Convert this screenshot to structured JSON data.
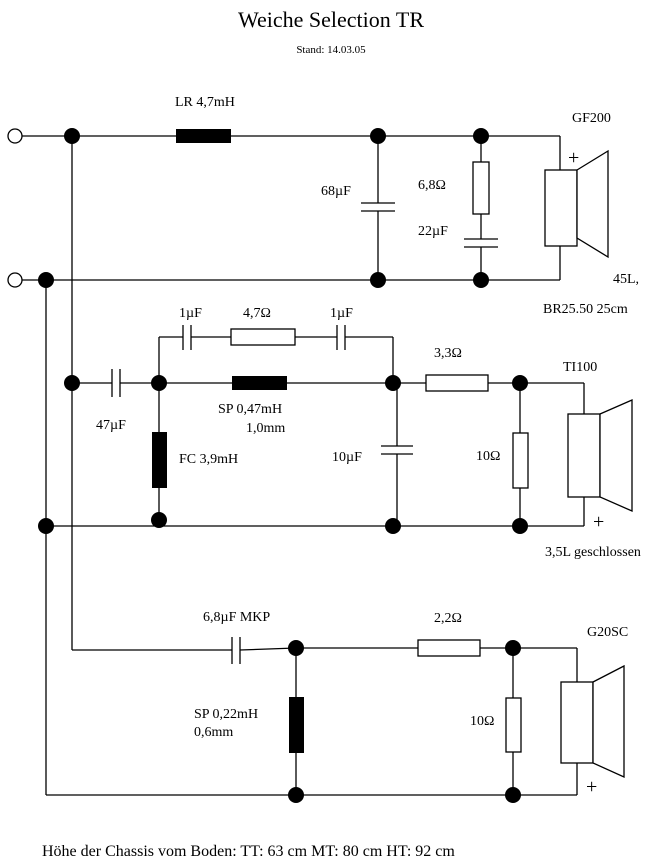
{
  "header": {
    "title": "Weiche Selection TR",
    "date": "Stand: 14.03.05"
  },
  "woofer": {
    "name": "GF200",
    "box_volume": "45L,",
    "port": "BR25.50 25cm",
    "series_inductor": "LR 4,7mH",
    "shunt_cap": "68µF",
    "rc_resistor": "6,8Ω",
    "rc_cap": "22µF"
  },
  "mid": {
    "name": "TI100",
    "box": "3,5L geschlossen",
    "input_cap": "47µF",
    "notch_cap_1": "1µF",
    "notch_res": "4,7Ω",
    "notch_cap_2": "1µF",
    "series_inductor": "SP 0,47mH",
    "series_inductor_wire": "1,0mm",
    "shunt_inductor": "FC 3,9mH",
    "shunt_cap": "10µF",
    "series_res": "3,3Ω",
    "shunt_res": "10Ω"
  },
  "tweeter": {
    "name": "G20SC",
    "series_cap": "6,8µF MKP",
    "series_res": "2,2Ω",
    "shunt_inductor": "SP 0,22mH",
    "shunt_inductor_wire": "0,6mm",
    "shunt_res": "10Ω"
  },
  "polarity": {
    "plus": "+"
  },
  "footer": {
    "heights": "Höhe der Chassis vom Boden: TT: 63 cm MT: 80 cm HT: 92 cm"
  }
}
